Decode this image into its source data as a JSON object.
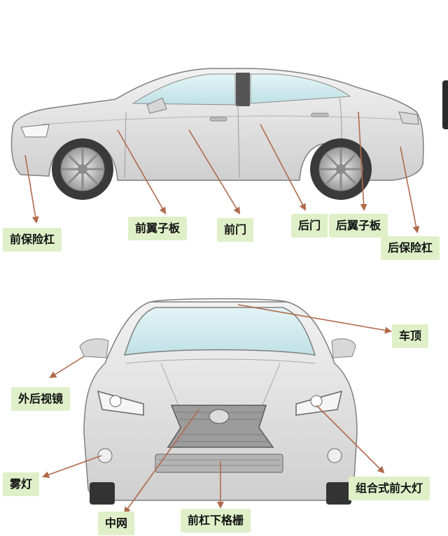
{
  "side_view": {
    "labels": {
      "front_bumper": "前保险杠",
      "front_fender": "前翼子板",
      "front_door": "前门",
      "rear_door": "后门",
      "rear_fender": "后翼子板",
      "rear_bumper": "后保险杠"
    }
  },
  "front_view": {
    "labels": {
      "roof": "车顶",
      "side_mirror": "外后视镜",
      "fog_light": "雾灯",
      "grille": "中网",
      "lower_grille": "前杠下格栅",
      "headlight": "组合式前大灯"
    }
  },
  "colors": {
    "label_bg": "#dff0c8",
    "leader_line": "#b06a4a",
    "car_body": "#e6e6e6",
    "car_outline": "#7f7f7f",
    "window": "#cfe9ec"
  }
}
